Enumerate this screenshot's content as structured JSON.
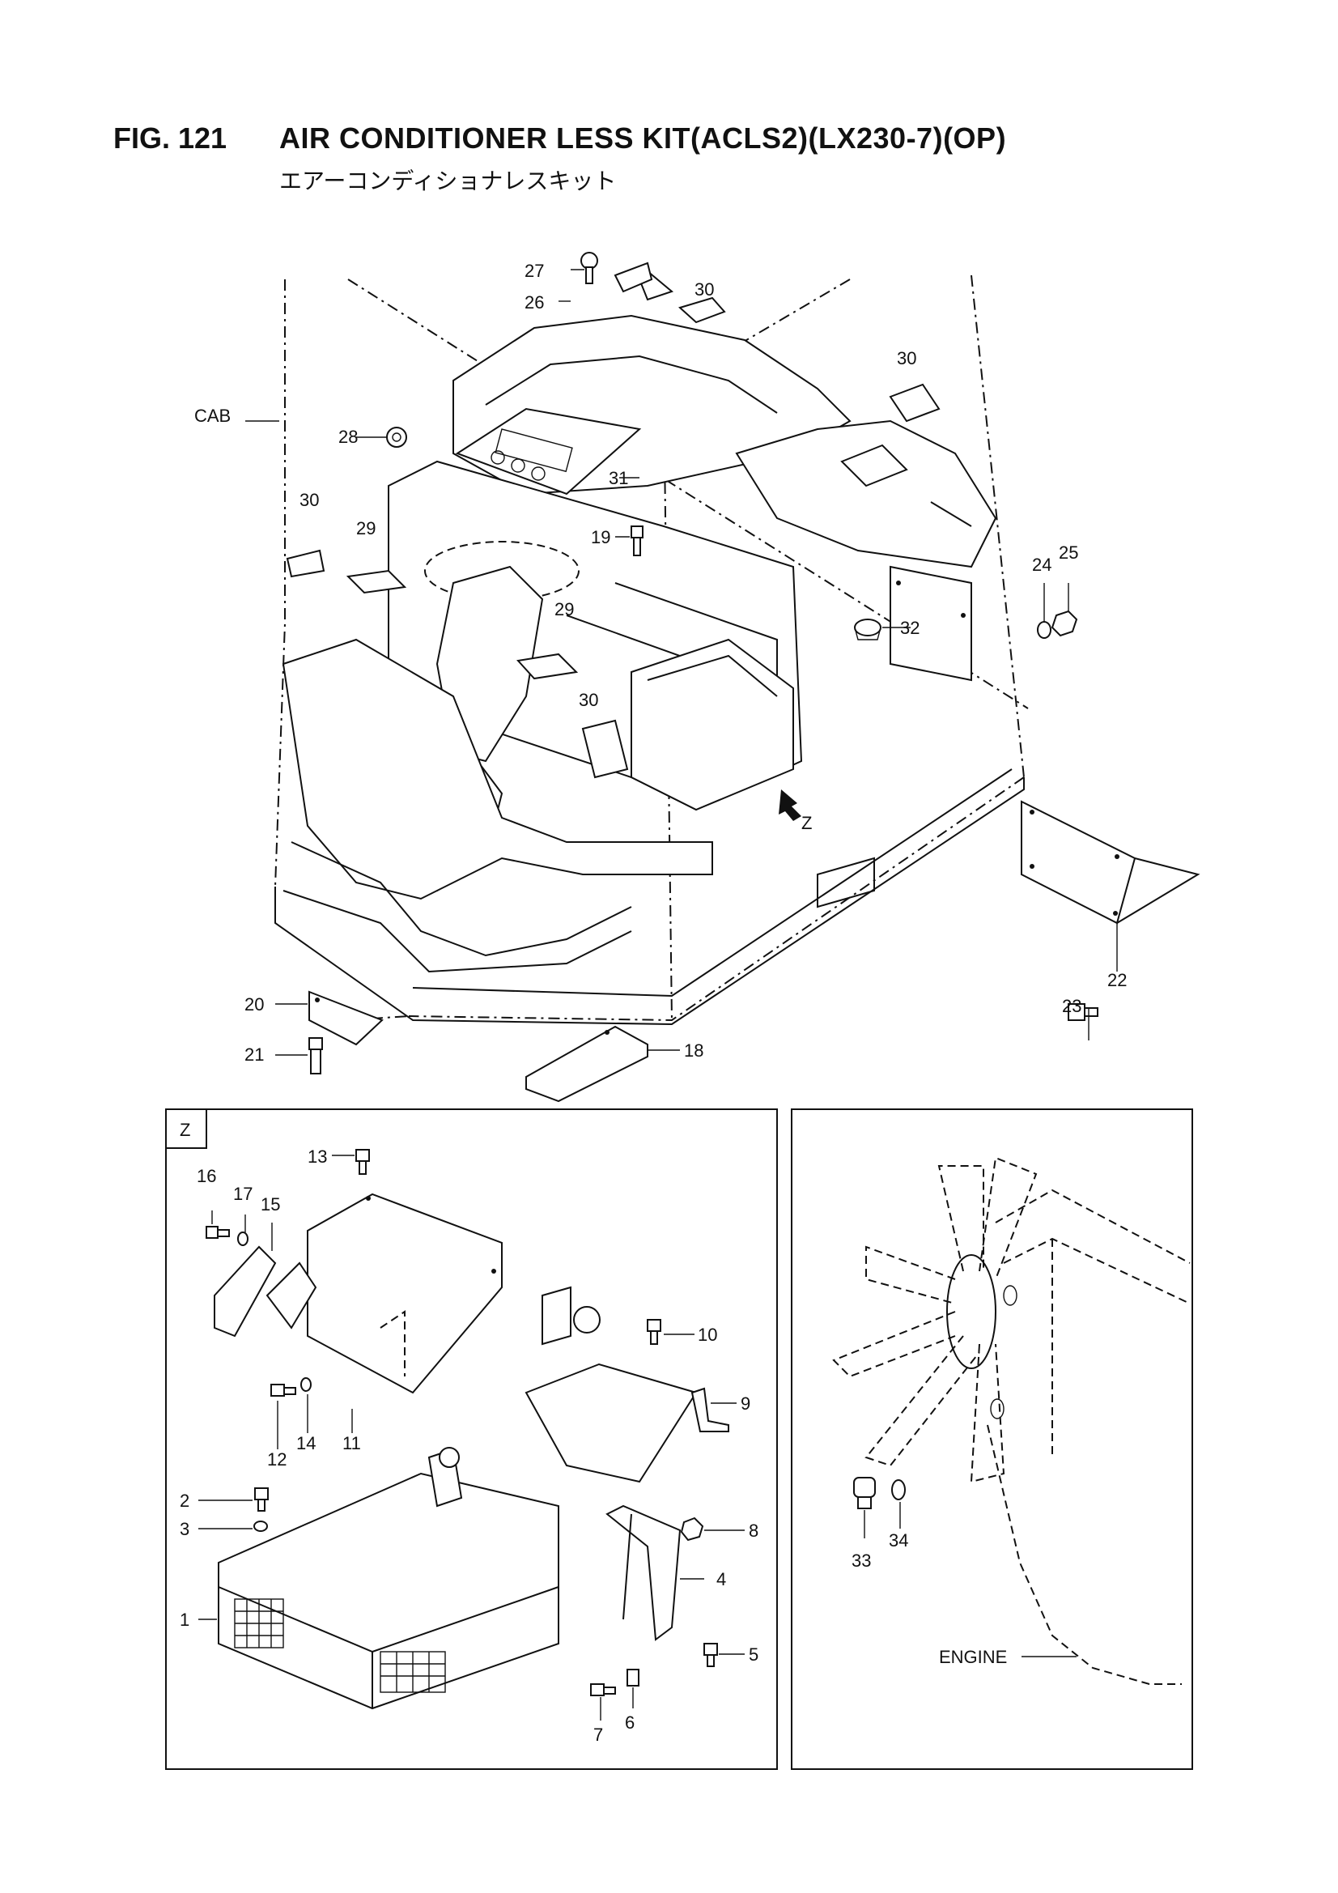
{
  "header": {
    "figure_number": "FIG. 121",
    "title": "AIR CONDITIONER LESS KIT(ACLS2)(LX230-7)(OP)",
    "subtitle_jp": "エアーコンディショナレスキット"
  },
  "labels": {
    "cab": "CAB",
    "engine": "ENGINE",
    "view_z_arrow": "Z",
    "view_z_box": "Z"
  },
  "main_view_callouts": [
    "18",
    "19",
    "20",
    "21",
    "22",
    "23",
    "24",
    "25",
    "26",
    "27",
    "28",
    "29",
    "29",
    "30",
    "30",
    "30",
    "30",
    "31",
    "32"
  ],
  "view_z_callouts": [
    "1",
    "2",
    "3",
    "4",
    "5",
    "6",
    "7",
    "8",
    "9",
    "10",
    "11",
    "12",
    "13",
    "14",
    "15",
    "16",
    "17"
  ],
  "engine_view_callouts": [
    "33",
    "34"
  ]
}
